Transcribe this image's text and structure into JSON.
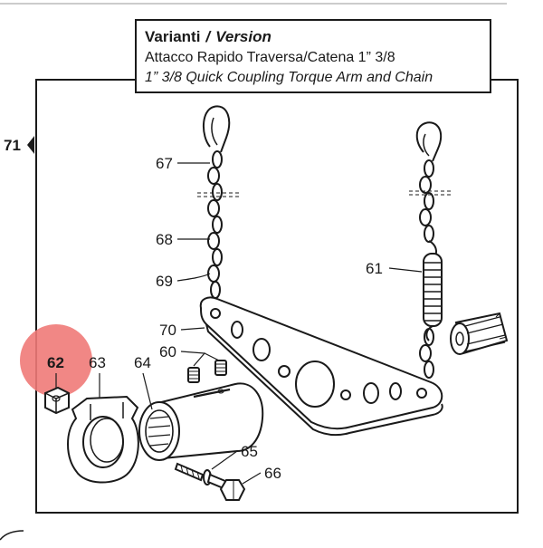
{
  "header": {
    "line1_bold": "Varianti",
    "line1_sep": "/",
    "line1_italic": "Version",
    "line2": "Attacco Rapido Traversa/Catena 1” 3/8",
    "line3": "1” 3/8 Quick Coupling Torque Arm and Chain"
  },
  "section_label": "71",
  "callouts": {
    "c60": "60",
    "c61": "61",
    "c62": "62",
    "c63": "63",
    "c64": "64",
    "c65": "65",
    "c66": "66",
    "c67": "67",
    "c68": "68",
    "c69": "69",
    "c70": "70"
  },
  "colors": {
    "highlight": "#f07a78",
    "line": "#1a1a1a",
    "frame": "#1a1a1a"
  }
}
